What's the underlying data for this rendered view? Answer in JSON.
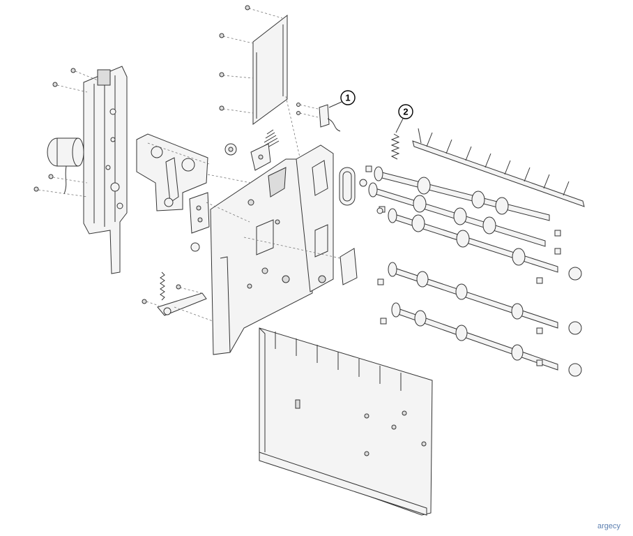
{
  "callouts": [
    {
      "id": "callout-1",
      "label": "1"
    },
    {
      "id": "callout-2",
      "label": "2"
    }
  ],
  "watermark": "argecy"
}
